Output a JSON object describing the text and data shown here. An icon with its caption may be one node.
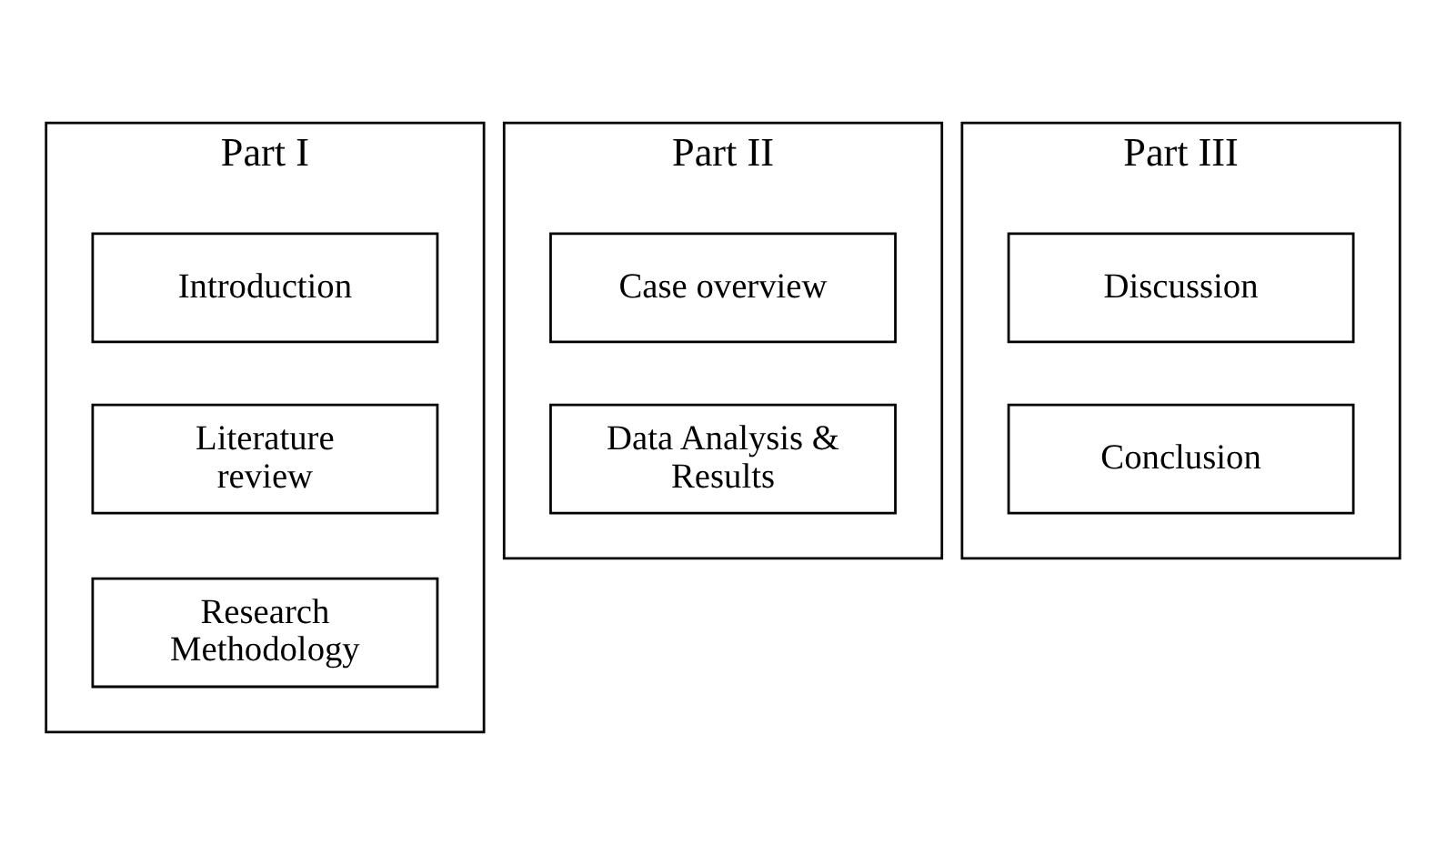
{
  "diagram": {
    "nodes": [
      {
        "text": [
          "Part I"
        ]
      },
      {
        "text": [
          "Introduction"
        ],
        "in": 0
      },
      {
        "text": [
          "Literature review"
        ],
        "in": 0
      },
      {
        "text": [
          "Research Methodology"
        ],
        "in": 0
      },
      {
        "text": [
          "Part II"
        ]
      },
      {
        "text": [
          "Case overview"
        ],
        "in": 4
      },
      {
        "text": [
          "Data Analysis & Results"
        ],
        "in": 4
      },
      {
        "text": [
          "Part III"
        ]
      },
      {
        "text": [
          "Discussion"
        ],
        "in": 7
      },
      {
        "text": [
          "Conclusion"
        ],
        "in": 7
      }
    ],
    "edges": []
  }
}
